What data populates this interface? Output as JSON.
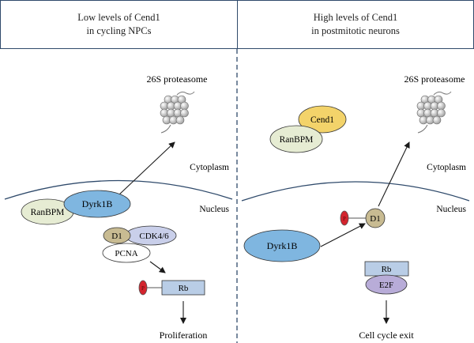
{
  "left_panel": {
    "header_line1": "Low levels of Cend1",
    "header_line2": "in cycling NPCs",
    "proteasome_label": "26S proteasome",
    "cytoplasm_label": "Cytoplasm",
    "nucleus_label": "Nucleus",
    "ranbpm": "RanBPM",
    "dyrk1b": "Dyrk1B",
    "d1": "D1",
    "cdk46": "CDK4/6",
    "pcna": "PCNA",
    "rb": "Rb",
    "p_label": "P",
    "outcome": "Proliferation"
  },
  "right_panel": {
    "header_line1": "High levels of Cend1",
    "header_line2": "in postmitotic neurons",
    "proteasome_label": "26S proteasome",
    "cytoplasm_label": "Cytoplasm",
    "nucleus_label": "Nucleus",
    "cend1": "Cend1",
    "ranbpm": "RanBPM",
    "dyrk1b": "Dyrk1B",
    "d1": "D1",
    "rb": "Rb",
    "e2f": "E2F",
    "p_label": "P",
    "outcome": "Cell cycle exit"
  },
  "colors": {
    "border": "#2f4a6b",
    "membrane": "#2f4a6b",
    "dyrk1b_fill": "#7fb6e0",
    "ranbpm_fill": "#e6ecd3",
    "cend1_fill": "#f3d36a",
    "d1_fill": "#c8bb92",
    "cdk_fill": "#c9cfea",
    "pcna_fill": "#ffffff",
    "rb_fill": "#b9cde6",
    "e2f_fill": "#b8acd8",
    "phospho_fill": "#d3242e",
    "proteasome_fill": "#e8e8e8"
  }
}
